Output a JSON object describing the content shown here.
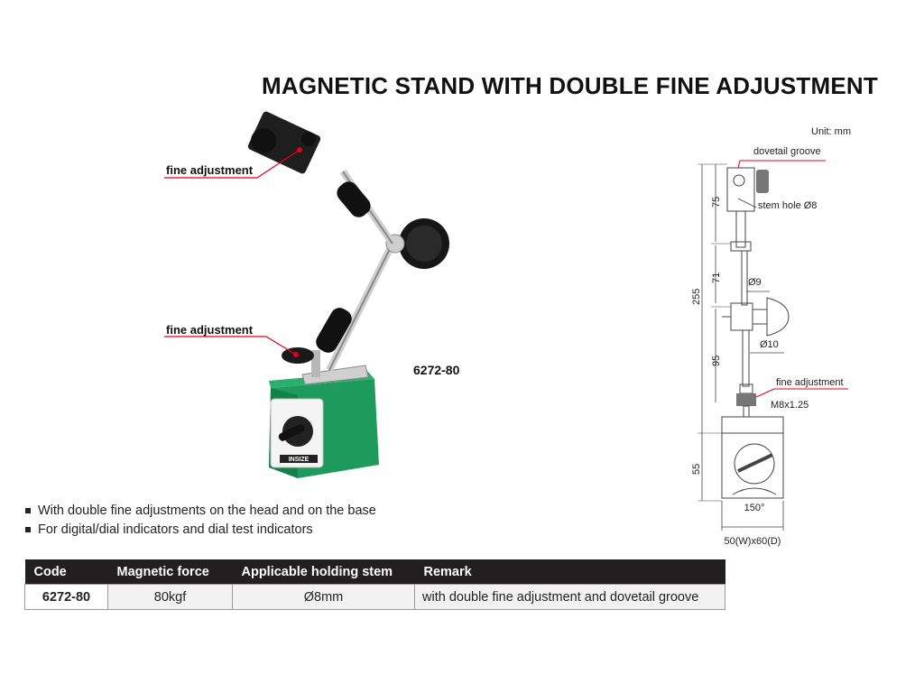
{
  "title": "MAGNETIC STAND WITH DOUBLE FINE ADJUSTMENT",
  "photo": {
    "label_top": "fine adjustment",
    "label_bottom": "fine adjustment",
    "model": "6272-80",
    "dial_brand": "INSIZE"
  },
  "drawing": {
    "unit": "Unit: mm",
    "dovetail": "dovetail groove",
    "stem_hole": "stem hole Ø8",
    "dim_75": "75",
    "dim_255": "255",
    "dim_71": "71",
    "dim_95": "95",
    "dim_55": "55",
    "d9": "Ø9",
    "d10": "Ø10",
    "fine": "fine adjustment",
    "thread": "M8x1.25",
    "angle": "150°",
    "base": "50(W)x60(D)"
  },
  "bullets": [
    "With double fine adjustments on the head and on the base",
    "For digital/dial indicators and dial test indicators"
  ],
  "table": {
    "headers": [
      "Code",
      "Magnetic force",
      "Applicable holding stem",
      "Remark"
    ],
    "row": [
      "6272-80",
      "80kgf",
      "Ø8mm",
      "with double fine adjustment and dovetail groove"
    ]
  },
  "colors": {
    "accent_red": "#e3001b",
    "base_green": "#15985a",
    "header_dark": "#231f20"
  }
}
